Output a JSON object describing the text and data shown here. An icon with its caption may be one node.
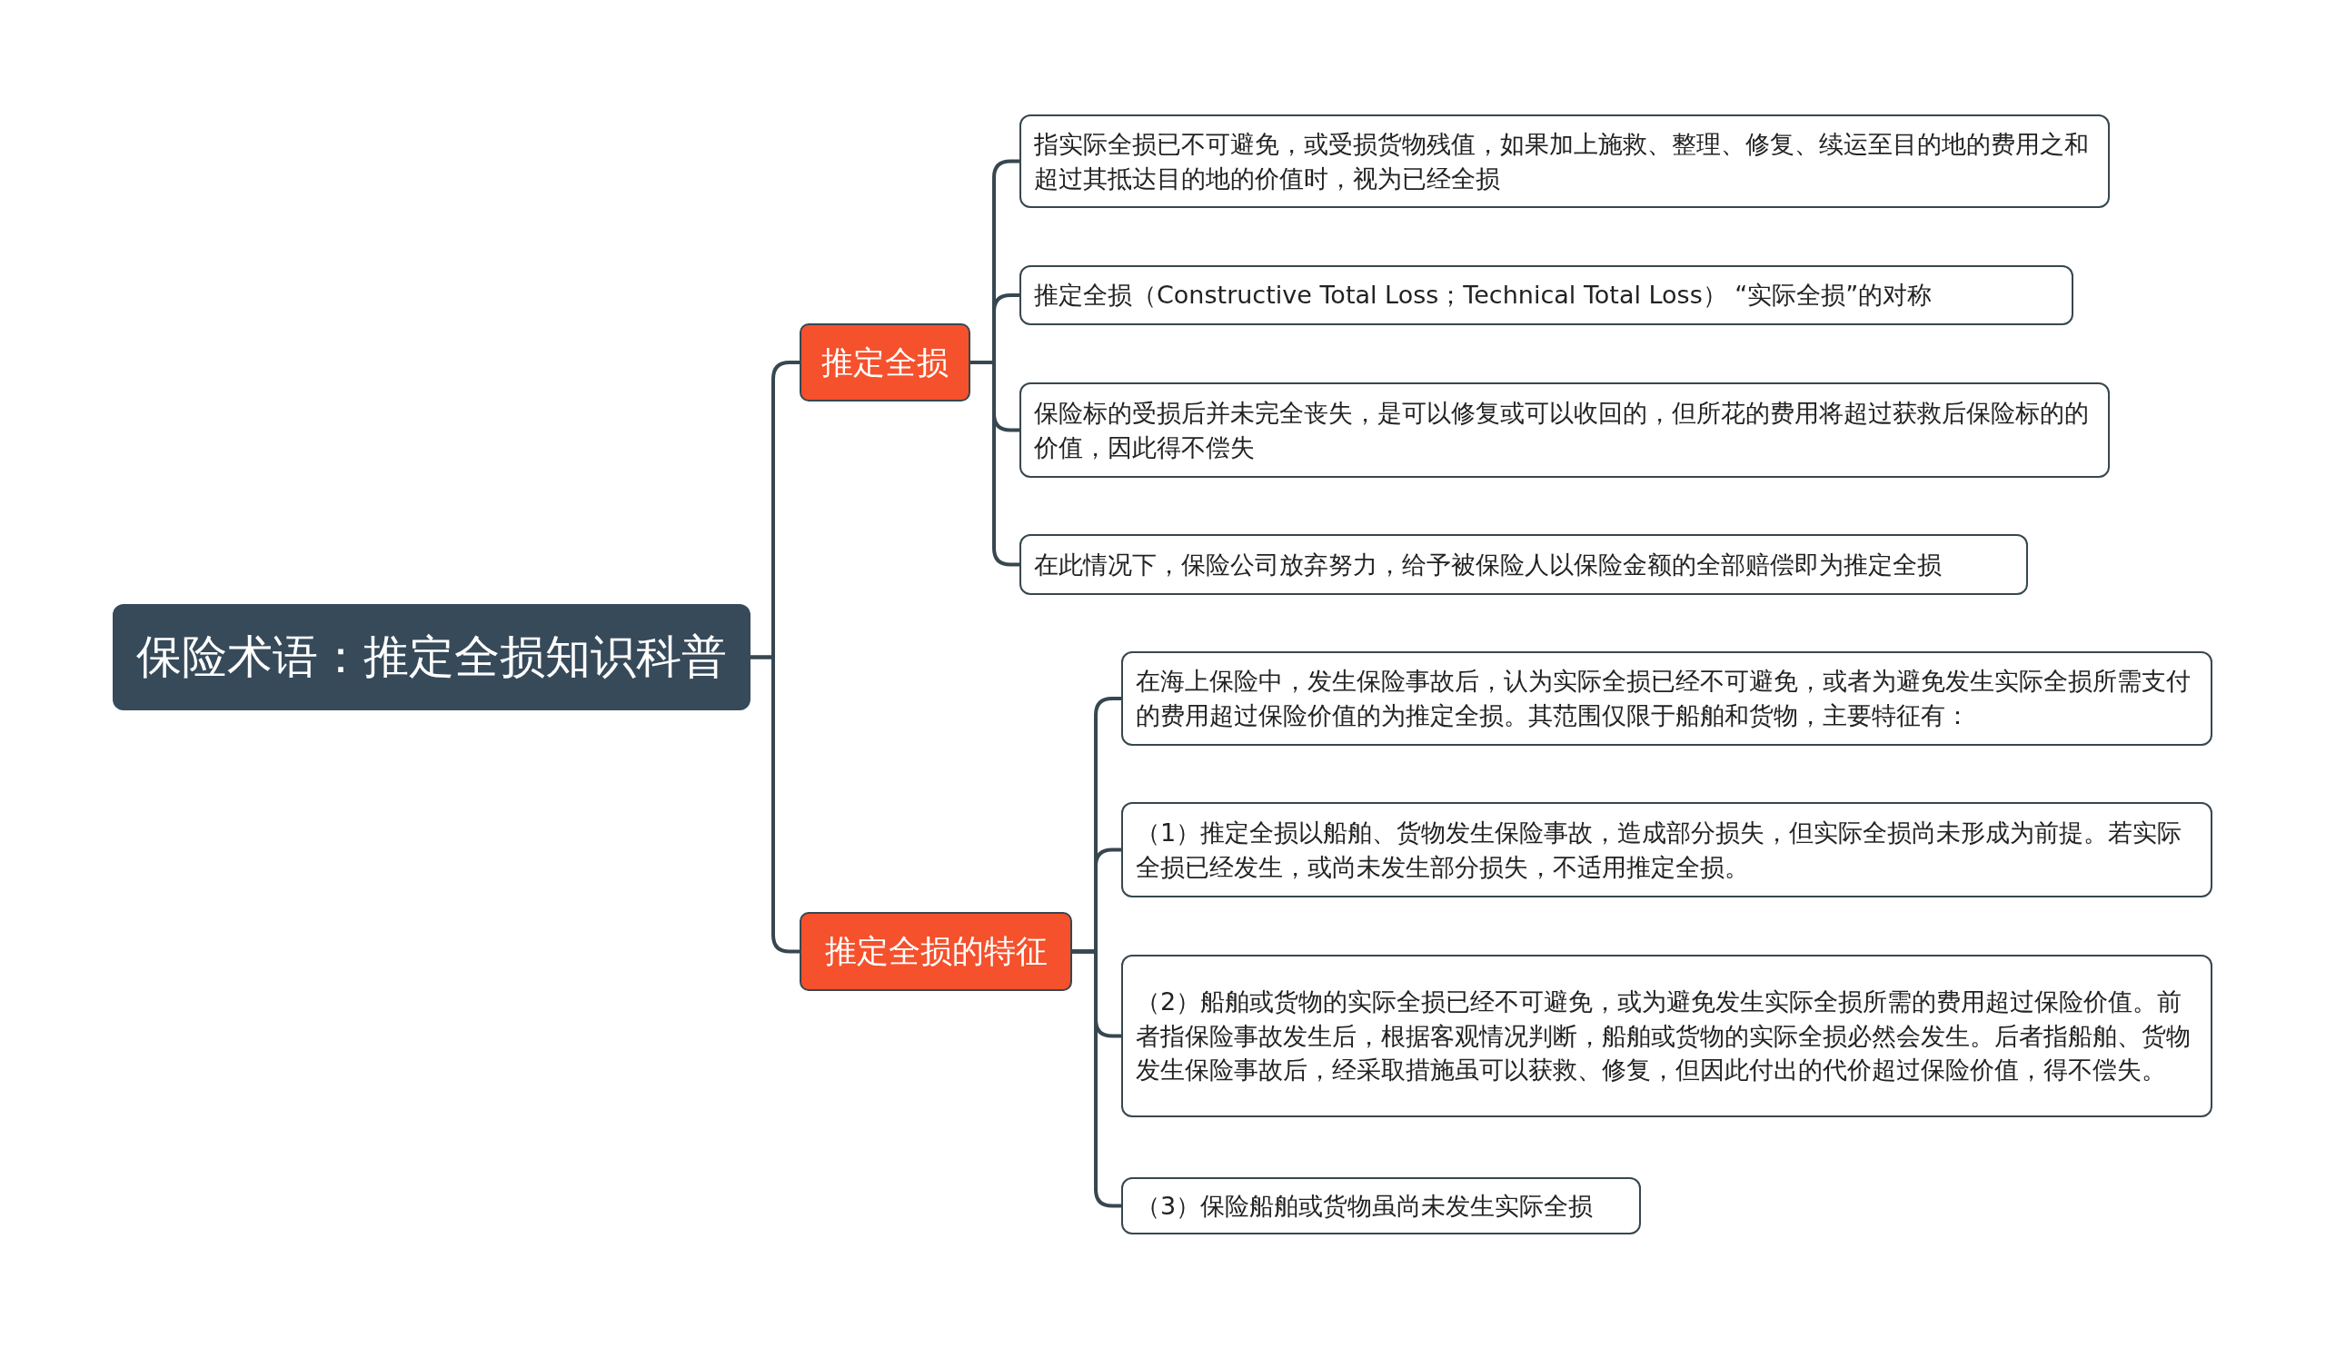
{
  "diagram": {
    "nodes": [
      {
        "text": [
          "保险术语：推定全损知识科普"
        ]
      },
      {
        "text": [
          "推定全损"
        ]
      },
      {
        "text": [
          "推定全损的特征"
        ]
      },
      {
        "text": [
          "指实际全损已不可避免，或受损货物残值，如果加上施救、整理、修复、续运至目的地的费用之和超过其抵达目的地的价值时，视为已经全损"
        ]
      },
      {
        "text": [
          "推定全损（Constructive Total Loss；Technical Total Loss）  “实际全损”的对称"
        ]
      },
      {
        "text": [
          "保险标的受损后并未完全丧失，是可以修复或可以收回的，但所花的费用将超过获救后保险标的的价值，因此得不偿失"
        ]
      },
      {
        "text": [
          "在此情况下，保险公司放弃努力，给予被保险人以保险金额的全部赔偿即为推定全损"
        ]
      },
      {
        "text": [
          "在海上保险中，发生保险事故后，认为实际全损已经不可避免，或者为避免发生实际全损所需支付的费用超过保险价值的为推定全损。其范围仅限于船舶和货物，主要特征有："
        ]
      },
      {
        "text": [
          "（1）推定全损以船舶、货物发生保险事故，造成部分损失，但实际全损尚未形成为前提。若实际全损已经发生，或尚未发生部分损失，不适用推定全损。"
        ]
      },
      {
        "text": [
          "（2）船舶或货物的实际全损已经不可避免，或为避免发生实际全损所需的费用超过保险价值。前者指保险事故发生后，根据客观情况判断，船舶或货物的实际全损必然会发生。后者指船舶、货物发生保险事故后，经采取措施虽可以获救、修复，但因此付出的代价超过保险价值，得不偿失。"
        ]
      },
      {
        "text": [
          "（3）保险船舶或货物虽尚未发生实际全损"
        ]
      }
    ],
    "edges": [
      {
        "from": 0,
        "to": 1,
        "arrow": "none"
      },
      {
        "from": 0,
        "to": 2,
        "arrow": "none"
      },
      {
        "from": 1,
        "to": 3,
        "arrow": "none"
      },
      {
        "from": 1,
        "to": 4,
        "arrow": "none"
      },
      {
        "from": 1,
        "to": 5,
        "arrow": "none"
      },
      {
        "from": 1,
        "to": 6,
        "arrow": "none"
      },
      {
        "from": 2,
        "to": 7,
        "arrow": "none"
      },
      {
        "from": 2,
        "to": 8,
        "arrow": "none"
      },
      {
        "from": 2,
        "to": 9,
        "arrow": "none"
      },
      {
        "from": 2,
        "to": 10,
        "arrow": "none"
      }
    ]
  }
}
